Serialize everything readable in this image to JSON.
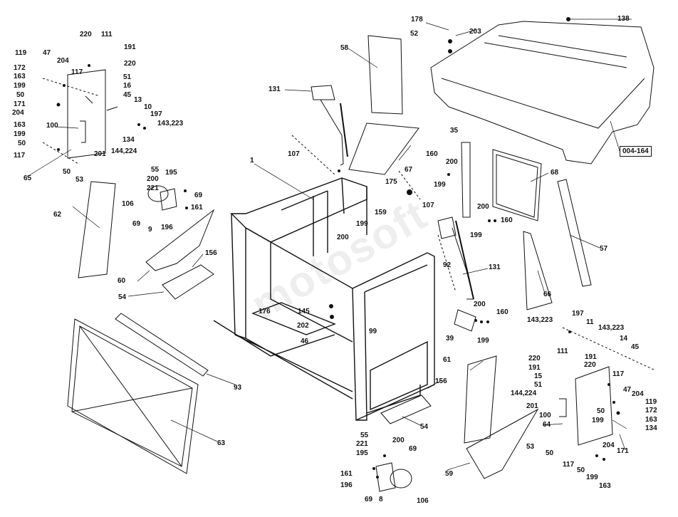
{
  "diagram": {
    "reference_code": "004-164",
    "watermark": "motosoft",
    "labels": [
      {
        "id": "l1",
        "text": "220"
      },
      {
        "id": "l2",
        "text": "111"
      },
      {
        "id": "l3",
        "text": "191"
      },
      {
        "id": "l4",
        "text": "220"
      },
      {
        "id": "l5",
        "text": "119"
      },
      {
        "id": "l6",
        "text": "47"
      },
      {
        "id": "l7",
        "text": "204"
      },
      {
        "id": "l8",
        "text": "172"
      },
      {
        "id": "l9",
        "text": "117"
      },
      {
        "id": "l10",
        "text": "163"
      },
      {
        "id": "l11",
        "text": "51"
      },
      {
        "id": "l12",
        "text": "199"
      },
      {
        "id": "l13",
        "text": "16"
      },
      {
        "id": "l14",
        "text": "50"
      },
      {
        "id": "l15",
        "text": "45"
      },
      {
        "id": "l16",
        "text": "171"
      },
      {
        "id": "l17",
        "text": "13"
      },
      {
        "id": "l18",
        "text": "10"
      },
      {
        "id": "l19",
        "text": "204"
      },
      {
        "id": "l20",
        "text": "197"
      },
      {
        "id": "l21",
        "text": "143,223"
      },
      {
        "id": "l22",
        "text": "163"
      },
      {
        "id": "l23",
        "text": "100"
      },
      {
        "id": "l24",
        "text": "199"
      },
      {
        "id": "l25",
        "text": "134"
      },
      {
        "id": "l26",
        "text": "50"
      },
      {
        "id": "l27",
        "text": "144,224"
      },
      {
        "id": "l28",
        "text": "117"
      },
      {
        "id": "l29",
        "text": "201"
      },
      {
        "id": "l30",
        "text": "50"
      },
      {
        "id": "l31",
        "text": "65"
      },
      {
        "id": "l32",
        "text": "53"
      },
      {
        "id": "l33",
        "text": "58"
      },
      {
        "id": "l34",
        "text": "131"
      },
      {
        "id": "l35",
        "text": "178"
      },
      {
        "id": "l36",
        "text": "52"
      },
      {
        "id": "l37",
        "text": "203"
      },
      {
        "id": "l38",
        "text": "138"
      },
      {
        "id": "l39",
        "text": "1"
      },
      {
        "id": "l40",
        "text": "107"
      },
      {
        "id": "l41",
        "text": "67"
      },
      {
        "id": "l42",
        "text": "35"
      },
      {
        "id": "l43",
        "text": "160"
      },
      {
        "id": "l44",
        "text": "200"
      },
      {
        "id": "l45",
        "text": "199"
      },
      {
        "id": "l46",
        "text": "175"
      },
      {
        "id": "l47",
        "text": "68"
      },
      {
        "id": "l48",
        "text": "55"
      },
      {
        "id": "l49",
        "text": "195"
      },
      {
        "id": "l50",
        "text": "200"
      },
      {
        "id": "l51",
        "text": "221"
      },
      {
        "id": "l52",
        "text": "69"
      },
      {
        "id": "l53",
        "text": "106"
      },
      {
        "id": "l54",
        "text": "161"
      },
      {
        "id": "l55",
        "text": "69"
      },
      {
        "id": "l56",
        "text": "9"
      },
      {
        "id": "l57",
        "text": "196"
      },
      {
        "id": "l58",
        "text": "62"
      },
      {
        "id": "l59",
        "text": "107"
      },
      {
        "id": "l60",
        "text": "159"
      },
      {
        "id": "l61",
        "text": "199"
      },
      {
        "id": "l62",
        "text": "200"
      },
      {
        "id": "l63",
        "text": "160"
      },
      {
        "id": "l64",
        "text": "199"
      },
      {
        "id": "l65",
        "text": "200"
      },
      {
        "id": "l66",
        "text": "57"
      },
      {
        "id": "l67",
        "text": "156"
      },
      {
        "id": "l68",
        "text": "60"
      },
      {
        "id": "l69",
        "text": "92"
      },
      {
        "id": "l70",
        "text": "131"
      },
      {
        "id": "l71",
        "text": "54"
      },
      {
        "id": "l72",
        "text": "66"
      },
      {
        "id": "l73",
        "text": "176"
      },
      {
        "id": "l74",
        "text": "145"
      },
      {
        "id": "l75",
        "text": "200"
      },
      {
        "id": "l76",
        "text": "160"
      },
      {
        "id": "l77",
        "text": "202"
      },
      {
        "id": "l78",
        "text": "99"
      },
      {
        "id": "l79",
        "text": "39"
      },
      {
        "id": "l80",
        "text": "199"
      },
      {
        "id": "l81",
        "text": "46"
      },
      {
        "id": "l82",
        "text": "197"
      },
      {
        "id": "l83",
        "text": "11"
      },
      {
        "id": "l84",
        "text": "143,223"
      },
      {
        "id": "l85",
        "text": "143,223"
      },
      {
        "id": "l86",
        "text": "14"
      },
      {
        "id": "l87",
        "text": "45"
      },
      {
        "id": "l88",
        "text": "111"
      },
      {
        "id": "l89",
        "text": "191"
      },
      {
        "id": "l90",
        "text": "220"
      },
      {
        "id": "l91",
        "text": "220"
      },
      {
        "id": "l92",
        "text": "191"
      },
      {
        "id": "l93",
        "text": "93"
      },
      {
        "id": "l94",
        "text": "61"
      },
      {
        "id": "l95",
        "text": "15"
      },
      {
        "id": "l96",
        "text": "51"
      },
      {
        "id": "l97",
        "text": "117"
      },
      {
        "id": "l98",
        "text": "144,224"
      },
      {
        "id": "l99",
        "text": "47"
      },
      {
        "id": "l100",
        "text": "204"
      },
      {
        "id": "l101",
        "text": "201"
      },
      {
        "id": "l102",
        "text": "119"
      },
      {
        "id": "l103",
        "text": "100"
      },
      {
        "id": "l104",
        "text": "50"
      },
      {
        "id": "l105",
        "text": "172"
      },
      {
        "id": "l106",
        "text": "199"
      },
      {
        "id": "l107",
        "text": "163"
      },
      {
        "id": "l108",
        "text": "64"
      },
      {
        "id": "l109",
        "text": "134"
      },
      {
        "id": "l110",
        "text": "63"
      },
      {
        "id": "l111",
        "text": "156"
      },
      {
        "id": "l112",
        "text": "54"
      },
      {
        "id": "l113",
        "text": "53"
      },
      {
        "id": "l114",
        "text": "50"
      },
      {
        "id": "l115",
        "text": "204"
      },
      {
        "id": "l116",
        "text": "171"
      },
      {
        "id": "l117",
        "text": "55"
      },
      {
        "id": "l118",
        "text": "200"
      },
      {
        "id": "l119",
        "text": "221"
      },
      {
        "id": "l120",
        "text": "195"
      },
      {
        "id": "l121",
        "text": "69"
      },
      {
        "id": "l122",
        "text": "117"
      },
      {
        "id": "l123",
        "text": "50"
      },
      {
        "id": "l124",
        "text": "199"
      },
      {
        "id": "l125",
        "text": "161"
      },
      {
        "id": "l126",
        "text": "163"
      },
      {
        "id": "l127",
        "text": "196"
      },
      {
        "id": "l128",
        "text": "59"
      },
      {
        "id": "l129",
        "text": "69"
      },
      {
        "id": "l130",
        "text": "8"
      },
      {
        "id": "l131",
        "text": "106"
      }
    ]
  }
}
